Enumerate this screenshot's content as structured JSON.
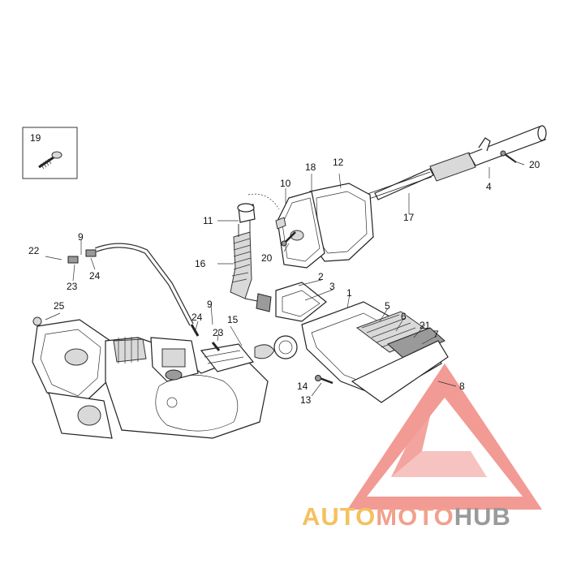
{
  "diagram": {
    "callouts": [
      {
        "id": "c1",
        "text": "1"
      },
      {
        "id": "c2",
        "text": "2"
      },
      {
        "id": "c3",
        "text": "3"
      },
      {
        "id": "c4",
        "text": "4"
      },
      {
        "id": "c5",
        "text": "5"
      },
      {
        "id": "c6",
        "text": "6"
      },
      {
        "id": "c7",
        "text": "7"
      },
      {
        "id": "c8",
        "text": "8"
      },
      {
        "id": "c9a",
        "text": "9"
      },
      {
        "id": "c9b",
        "text": "9"
      },
      {
        "id": "c10",
        "text": "10"
      },
      {
        "id": "c11",
        "text": "11"
      },
      {
        "id": "c12",
        "text": "12"
      },
      {
        "id": "c13",
        "text": "13"
      },
      {
        "id": "c14",
        "text": "14"
      },
      {
        "id": "c15",
        "text": "15"
      },
      {
        "id": "c16",
        "text": "16"
      },
      {
        "id": "c17",
        "text": "17"
      },
      {
        "id": "c18",
        "text": "18"
      },
      {
        "id": "c19",
        "text": "19"
      },
      {
        "id": "c20a",
        "text": "20"
      },
      {
        "id": "c20b",
        "text": "20"
      },
      {
        "id": "c21",
        "text": "21"
      },
      {
        "id": "c22",
        "text": "22"
      },
      {
        "id": "c23a",
        "text": "23"
      },
      {
        "id": "c23b",
        "text": "23"
      },
      {
        "id": "c24a",
        "text": "24"
      },
      {
        "id": "c24b",
        "text": "24"
      },
      {
        "id": "c25",
        "text": "25"
      }
    ]
  },
  "watermark": {
    "part_auto": "AUTO",
    "part_moto": "MOTO",
    "part_hub": "HUB",
    "colors": {
      "auto": "#f5c060",
      "moto": "#f2a08c",
      "hub": "#9a9a9a",
      "triangle": "#e8483e"
    }
  }
}
